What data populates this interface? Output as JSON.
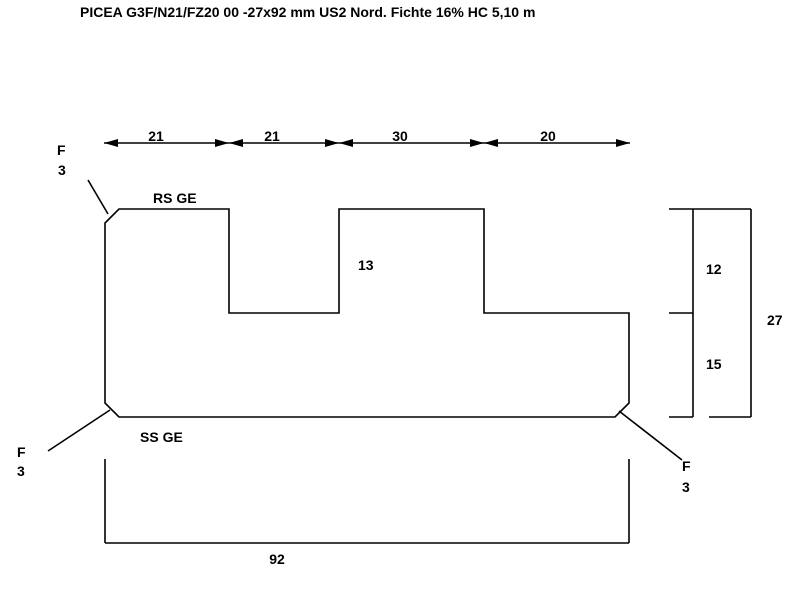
{
  "title": "PICEA G3F/N21/FZ20 00  -27x92 mm US2 Nord. Fichte 16% HC 5,10 m",
  "top_dimensions": [
    "21",
    "21",
    "30",
    "20"
  ],
  "profile_labels": {
    "top_face": "RS  GE",
    "bottom_face": "SS  GE",
    "groove_depth": "13"
  },
  "chamfer_labels": {
    "top_left": {
      "letter": "F",
      "value": "3"
    },
    "bottom_left": {
      "letter": "F",
      "value": "3"
    },
    "bottom_right": {
      "letter": "F",
      "value": "3"
    }
  },
  "right_dimensions": {
    "upper": "12",
    "lower": "15",
    "total": "27"
  },
  "bottom_dimension": "92",
  "colors": {
    "line": "#000000",
    "background": "#ffffff"
  }
}
